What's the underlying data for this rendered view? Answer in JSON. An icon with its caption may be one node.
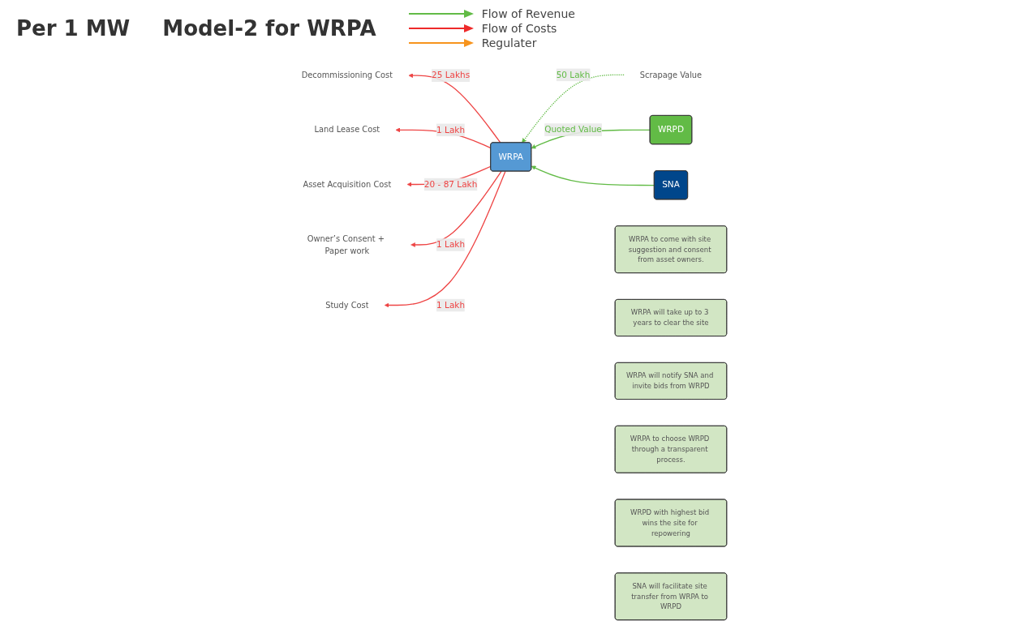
{
  "diagram": {
    "title": "Model-2 for WRPA",
    "nodes": [
      {
        "text": [
          "Decommissioning Cost"
        ]
      },
      {
        "text": [
          "Land Lease Cost"
        ]
      },
      {
        "text": [
          "Asset Acquisition Cost"
        ]
      },
      {
        "text": [
          "Owner’s Consent + Paper work"
        ]
      },
      {
        "text": [
          "Study Cost"
        ]
      },
      {
        "text": [
          "Scrapage Value"
        ]
      },
      {
        "text": [
          "WRPA"
        ]
      },
      {
        "text": [
          "WRPD"
        ]
      },
      {
        "text": [
          "SNA"
        ]
      },
      {
        "text": [
          "WRPA to come with site suggestion and consent from asset owners."
        ]
      },
      {
        "text": [
          "WRPA will take up to 3 years to clear the site"
        ]
      },
      {
        "text": [
          "WRPA will notify SNA and invite bids from WRPD"
        ]
      },
      {
        "text": [
          "WRPA to choose WRPD through a transparent process."
        ]
      },
      {
        "text": [
          "WRPD with highest bid wins the site for repowering"
        ]
      },
      {
        "text": [
          "SNA will facilitate site transfer from WRPA to WRPD"
        ]
      }
    ],
    "edges": [
      {
        "from": 6,
        "to": 0,
        "arrow": "to",
        "label": "25 Lakhs"
      },
      {
        "from": 6,
        "to": 1,
        "arrow": "to",
        "label": "1 Lakh"
      },
      {
        "from": 6,
        "to": 2,
        "arrow": "to",
        "label": "20 - 87 Lakh"
      },
      {
        "from": 6,
        "to": 3,
        "arrow": "to",
        "label": "1 Lakh"
      },
      {
        "from": 6,
        "to": 4,
        "arrow": "to",
        "label": "1 Lakh"
      },
      {
        "from": 5,
        "to": 6,
        "arrow": "to",
        "label": "50 Lakh",
        "style": "dashed",
        "color": "#62bb46"
      },
      {
        "from": 7,
        "to": 6,
        "arrow": "to",
        "label": "Quoted Value",
        "color": "#62bb46"
      },
      {
        "from": 8,
        "to": 6,
        "arrow": "to",
        "color": "#62bb46"
      }
    ],
    "labels": [
      "Per 1 MW"
    ],
    "legend": [
      {
        "text": "Flow of Revenue"
      },
      {
        "text": "Flow of Costs"
      },
      {
        "text": "Regulater"
      }
    ]
  }
}
